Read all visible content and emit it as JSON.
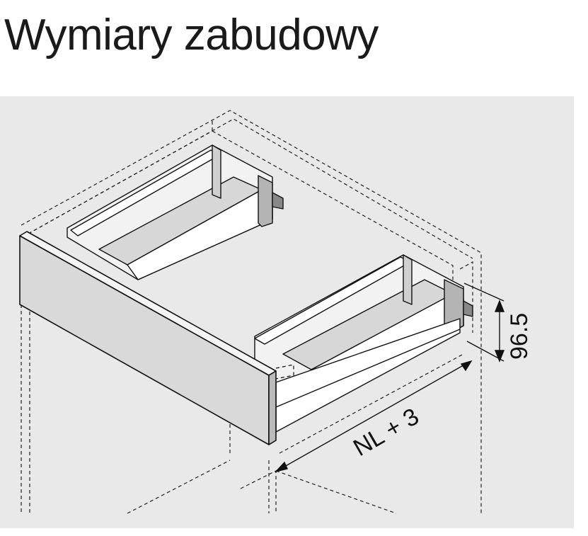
{
  "title": "Wymiary zabudowy",
  "dimensions": {
    "height": "96.5",
    "width": "NL + 3"
  },
  "colors": {
    "panel_background": "#e9e9e9",
    "line": "#111111",
    "drawer_front": "#d9d9d9",
    "drawer_inner": "#f2f2f2",
    "runner": "#b4b4b4"
  }
}
